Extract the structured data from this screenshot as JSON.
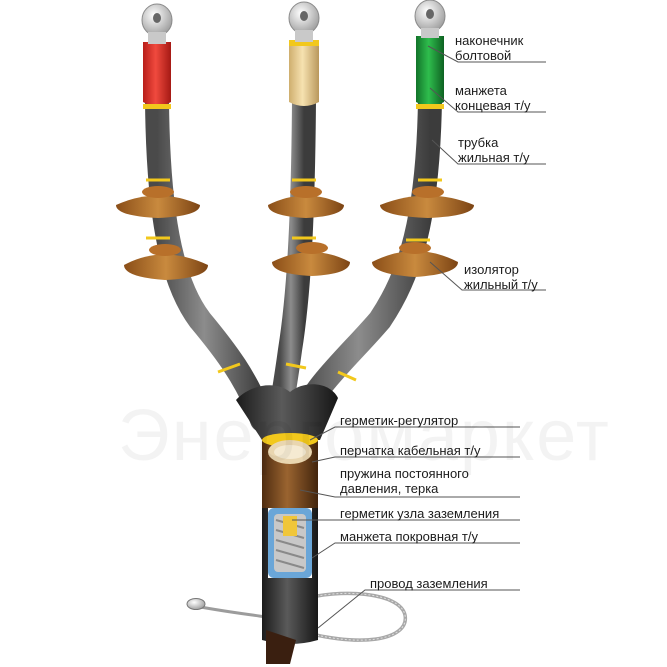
{
  "labels": {
    "lug": [
      "наконечник",
      "болтовой"
    ],
    "end_sleeve": [
      "манжета",
      "концевая т/у"
    ],
    "core_tube": [
      "трубка",
      "жильная т/у"
    ],
    "insulator": [
      "изолятор",
      "жильный т/у"
    ],
    "sealant_regulator": "герметик-регулятор",
    "glove": "перчатка кабельная т/у",
    "spring": [
      "пружина постоянного",
      "давления, терка"
    ],
    "ground_sealant": "герметик узла заземления",
    "cover_sleeve": "манжета покровная т/у",
    "ground_wire": "провод заземления"
  },
  "watermark": "Энергомаркет",
  "colors": {
    "phase_a": "#e8322b",
    "phase_b": "#ecd39a",
    "phase_c": "#1f9a3a",
    "tube": "#6e6e6e",
    "skirt": "#b8702a",
    "band": "#f2c81c",
    "jacket": "#2a2a2a",
    "glove": "#7a4a22"
  }
}
